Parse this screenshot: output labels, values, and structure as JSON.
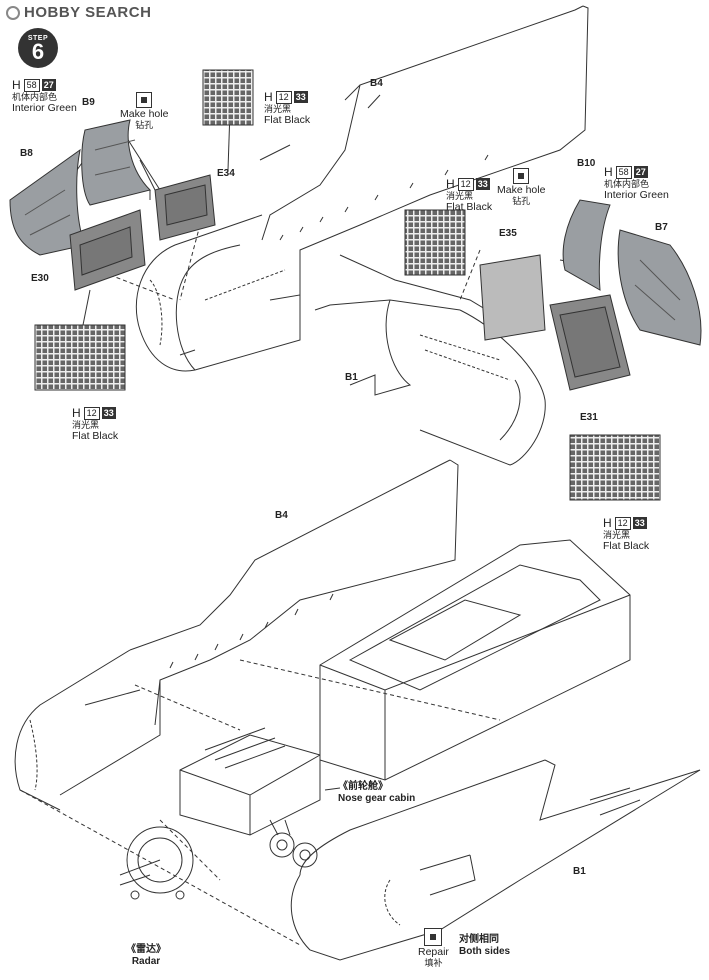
{
  "header": {
    "brand": "HOBBY SEARCH",
    "step_word": "STEP",
    "step_number": "6"
  },
  "parts": {
    "b4_top": "B4",
    "b4_bottom": "B4",
    "b9": "B9",
    "b8": "B8",
    "b10": "B10",
    "b7": "B7",
    "e34": "E34",
    "e30": "E30",
    "e35": "E35",
    "e31": "E31",
    "b1_top": "B1",
    "b1_bottom": "B1"
  },
  "callouts": {
    "paint_left_green": {
      "letter": "H",
      "code1": "58",
      "code2": "27",
      "cn": "机体内部色",
      "en": "Interior Green"
    },
    "paint_right_green": {
      "letter": "H",
      "code1": "58",
      "code2": "27",
      "cn": "机体内部色",
      "en": "Interior Green"
    },
    "paint_black_top": {
      "letter": "H",
      "code1": "12",
      "code2": "33",
      "cn": "消光黑",
      "en": "Flat Black"
    },
    "paint_black_left": {
      "letter": "H",
      "code1": "12",
      "code2": "33",
      "cn": "消光黑",
      "en": "Flat Black"
    },
    "paint_black_mid": {
      "letter": "H",
      "code1": "12",
      "code2": "33",
      "cn": "消光黑",
      "en": "Flat Black"
    },
    "paint_black_right": {
      "letter": "H",
      "code1": "12",
      "code2": "33",
      "cn": "消光黑",
      "en": "Flat Black"
    },
    "hole_left": {
      "en": "Make hole",
      "cn": "钻孔"
    },
    "hole_right": {
      "en": "Make hole",
      "cn": "钻孔"
    },
    "nose_gear": {
      "cn": "《前轮舱》",
      "en": "Nose gear cabin"
    },
    "radar": {
      "cn": "《雷达》",
      "en": "Radar"
    },
    "repair": {
      "en": "Repair",
      "cn": "填补"
    },
    "both_sides": {
      "cn": "对侧相同",
      "en": "Both sides"
    }
  },
  "icons": {
    "logo": "gear-logo-icon",
    "step_badge": "plane-step-icon",
    "drill": "drill-hole-icon",
    "repair": "repair-icon"
  },
  "colors": {
    "ink": "#222222",
    "panel_grey": "#9a9ea2",
    "dark_box": "#333333"
  }
}
